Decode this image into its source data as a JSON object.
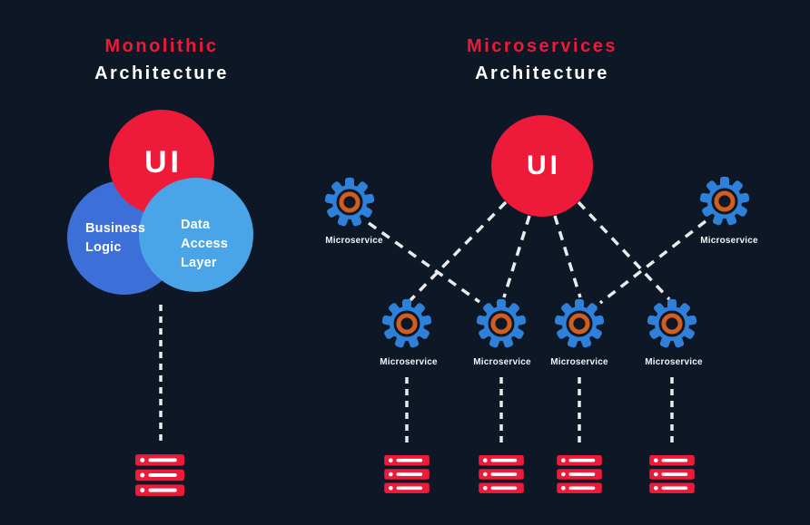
{
  "colors": {
    "background": "#0d1726",
    "accent_red": "#ed1a39",
    "business_logic_blue": "#3d6fd8",
    "data_access_blue": "#4aa5e8",
    "gear_blue": "#2e80d9",
    "gear_orange": "#d35d1f",
    "dashed_line": "#e9ebed",
    "text": "#ffffff"
  },
  "icons": {
    "microservice": "gear-icon",
    "storage": "database-server-icon"
  },
  "left_panel": {
    "title_accent": "Monolithic",
    "title_rest": "Architecture",
    "ui_circle_label": "UI",
    "business_logic_label": "Business Logic",
    "data_access_label": "Data Access Layer",
    "connections": [
      {
        "from": "monolith-stack",
        "to": "database"
      }
    ]
  },
  "right_panel": {
    "title_accent": "Microservices",
    "title_rest": "Architecture",
    "ui_circle_label": "UI",
    "microservices": [
      {
        "id": "top-left",
        "label": "Microservice"
      },
      {
        "id": "top-right",
        "label": "Microservice"
      },
      {
        "id": "mid-1",
        "label": "Microservice"
      },
      {
        "id": "mid-2",
        "label": "Microservice"
      },
      {
        "id": "mid-3",
        "label": "Microservice"
      },
      {
        "id": "mid-4",
        "label": "Microservice"
      }
    ],
    "connections": [
      {
        "from": "ui",
        "to": "microservice-mid-1"
      },
      {
        "from": "ui",
        "to": "microservice-mid-2"
      },
      {
        "from": "ui",
        "to": "microservice-mid-3"
      },
      {
        "from": "ui",
        "to": "microservice-mid-4"
      },
      {
        "from": "microservice-top-left",
        "to": "microservice-mid-2"
      },
      {
        "from": "microservice-top-right",
        "to": "microservice-mid-3"
      },
      {
        "from": "microservice-mid-1",
        "to": "database-1"
      },
      {
        "from": "microservice-mid-2",
        "to": "database-2"
      },
      {
        "from": "microservice-mid-3",
        "to": "database-3"
      },
      {
        "from": "microservice-mid-4",
        "to": "database-4"
      }
    ]
  }
}
